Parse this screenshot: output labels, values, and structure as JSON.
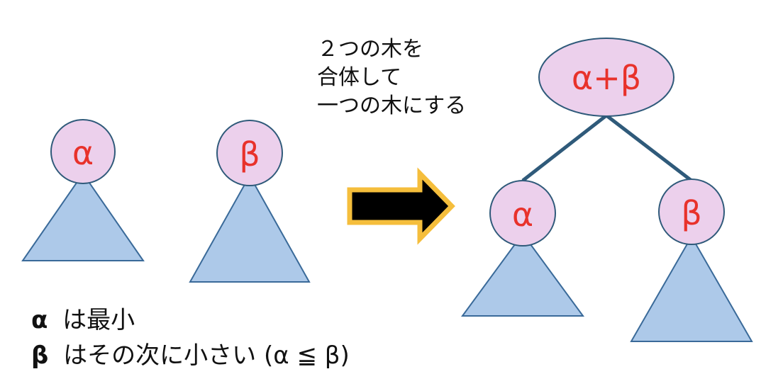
{
  "colors": {
    "node_fill": "#ecd0ec",
    "node_stroke": "#2f5a7a",
    "subtree_fill": "#adc9e9",
    "subtree_stroke": "#3a6a99",
    "edge": "#2f5a7a",
    "label": "#e8322b",
    "arrow_fill": "#000000",
    "arrow_border": "#f5be3c"
  },
  "icons": {
    "arrow": "right-arrow-icon"
  },
  "trees_before": [
    {
      "label": "α"
    },
    {
      "label": "β"
    }
  ],
  "caption": {
    "lines": [
      "２つの木を",
      "合体して",
      "一つの木にする"
    ]
  },
  "tree_after": {
    "root_label": "α+β",
    "left_label": "α",
    "right_label": "β"
  },
  "notes": [
    {
      "symbol": "α",
      "text": "は最小"
    },
    {
      "symbol": "β",
      "text": "はその次に小さい (α ≦ β)"
    }
  ]
}
